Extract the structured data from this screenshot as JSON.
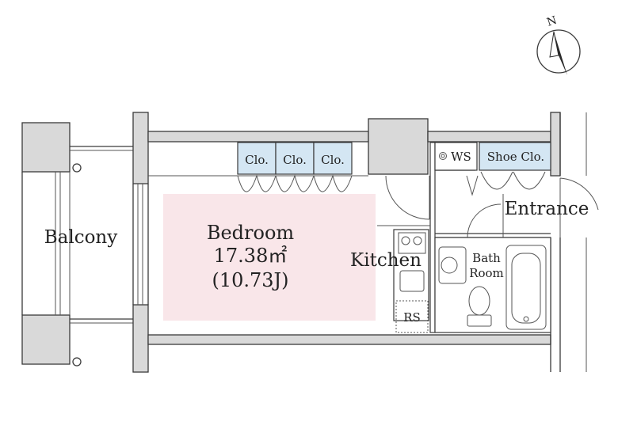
{
  "rooms": {
    "balcony": "Balcony",
    "bedroom": "Bedroom",
    "bedroom_area": "17.38㎡",
    "bedroom_area_j": "(10.73J)",
    "kitchen": "Kitchen",
    "bath_line1": "Bath",
    "bath_line2": "Room",
    "entrance": "Entrance"
  },
  "closets": {
    "clo1": "Clo.",
    "clo2": "Clo.",
    "clo3": "Clo.",
    "shoe": "Shoe Clo."
  },
  "fixtures": {
    "washer_space": "WS",
    "rs": "RS"
  },
  "compass": {
    "north": "N"
  },
  "colors": {
    "bedroom_fill": "#f9e6e9",
    "closet_fill": "#d4e6f3",
    "wall_fill": "#d9d9d9",
    "line": "#3a3a3a"
  }
}
